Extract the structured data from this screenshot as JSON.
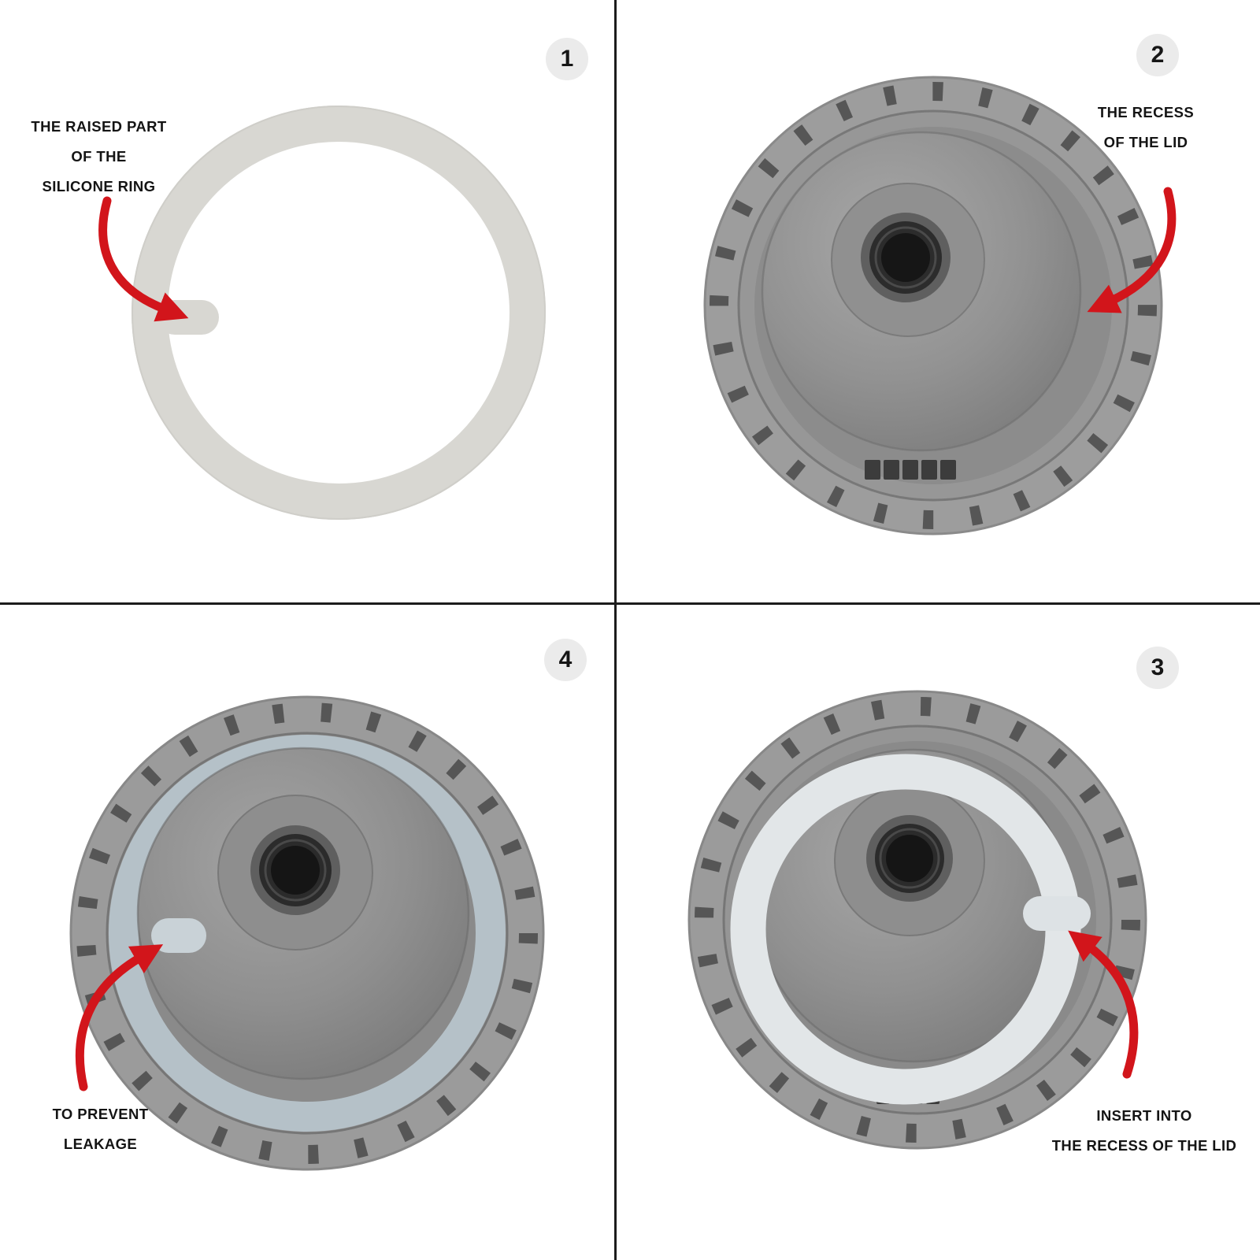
{
  "panels": {
    "step1": {
      "badge": "1",
      "lines": [
        "THE RAISED PART",
        "OF THE",
        "SILICONE RING"
      ]
    },
    "step2": {
      "badge": "2",
      "lines": [
        "THE RECESS",
        "OF THE LID"
      ]
    },
    "step4": {
      "badge": "4",
      "lines": [
        "TO PREVENT",
        "LEAKAGE"
      ]
    },
    "step3": {
      "badge": "3",
      "lines": [
        "INSERT INTO",
        "THE RECESS OF THE LID"
      ]
    }
  },
  "colors": {
    "background": "#ffffff",
    "divider": "#1c1c1c",
    "badge_background": "#ebebeb",
    "label_text": "#141414",
    "arrow_red": "#d2151b",
    "silicone_ring": "#d8d7d2",
    "silicone_ring_light": "#e2e6e8",
    "installed_ring_band": "#b5c1c8",
    "lid_gray": "#9c9c9c",
    "lid_slot_gray": "#565656",
    "spout_dark": "#1b1b1b"
  }
}
